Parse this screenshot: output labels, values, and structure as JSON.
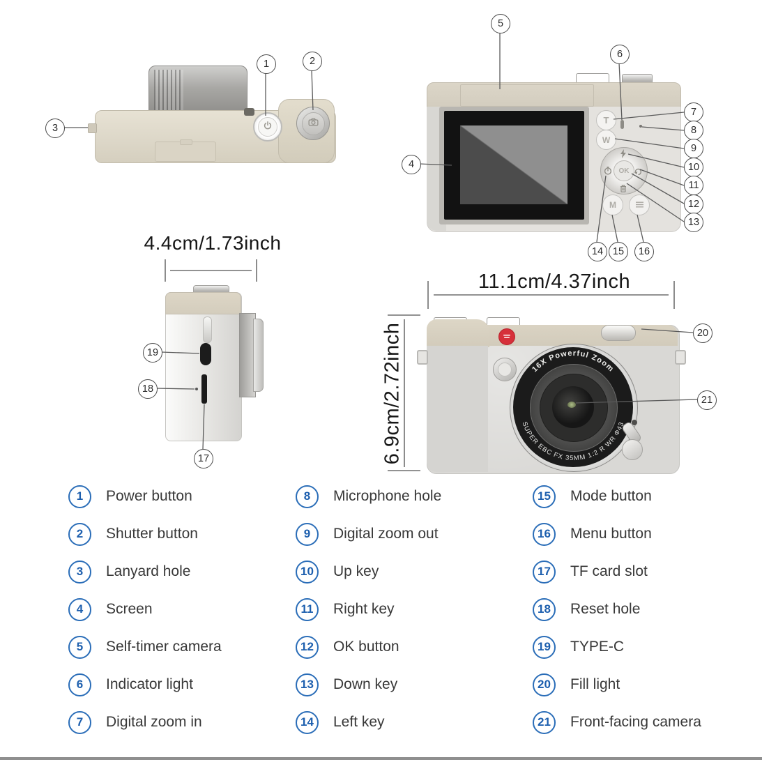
{
  "legend": {
    "items": [
      {
        "num": "1",
        "label": "Power button"
      },
      {
        "num": "2",
        "label": "Shutter button"
      },
      {
        "num": "3",
        "label": "Lanyard hole"
      },
      {
        "num": "4",
        "label": "Screen"
      },
      {
        "num": "5",
        "label": "Self-timer camera"
      },
      {
        "num": "6",
        "label": "Indicator light"
      },
      {
        "num": "7",
        "label": "Digital zoom in"
      },
      {
        "num": "8",
        "label": "Microphone hole"
      },
      {
        "num": "9",
        "label": "Digital zoom out"
      },
      {
        "num": "10",
        "label": "Up key"
      },
      {
        "num": "11",
        "label": "Right key"
      },
      {
        "num": "12",
        "label": "OK button"
      },
      {
        "num": "13",
        "label": "Down key"
      },
      {
        "num": "14",
        "label": "Left key"
      },
      {
        "num": "15",
        "label": "Mode button"
      },
      {
        "num": "16",
        "label": "Menu button"
      },
      {
        "num": "17",
        "label": "TF card slot"
      },
      {
        "num": "18",
        "label": "Reset hole"
      },
      {
        "num": "19",
        "label": "TYPE-C"
      },
      {
        "num": "20",
        "label": "Fill light"
      },
      {
        "num": "21",
        "label": "Front-facing camera"
      }
    ]
  },
  "dims": {
    "side_width": "4.4cm/1.73inch",
    "front_width": "11.1cm/4.37inch",
    "front_height": "6.9cm/2.72inch"
  },
  "lens": {
    "top_text": "16X Powerful Zoom",
    "bottom_text": "SUPER EBC FX 35MM 1:2 R WR Φ43"
  },
  "controls": {
    "tele": "T",
    "wide": "W",
    "ok": "OK",
    "mode": "M"
  },
  "colors": {
    "body_beige": "#d6cfc1",
    "body_gray": "#dcdbd8",
    "callout_blue": "#2a6db8",
    "lens_black": "#1b1b1b",
    "badge_red": "#d6303a",
    "screen_light": "#8f8f8f",
    "screen_dark": "#4c4c4c",
    "line_gray": "#5a5a5a"
  }
}
